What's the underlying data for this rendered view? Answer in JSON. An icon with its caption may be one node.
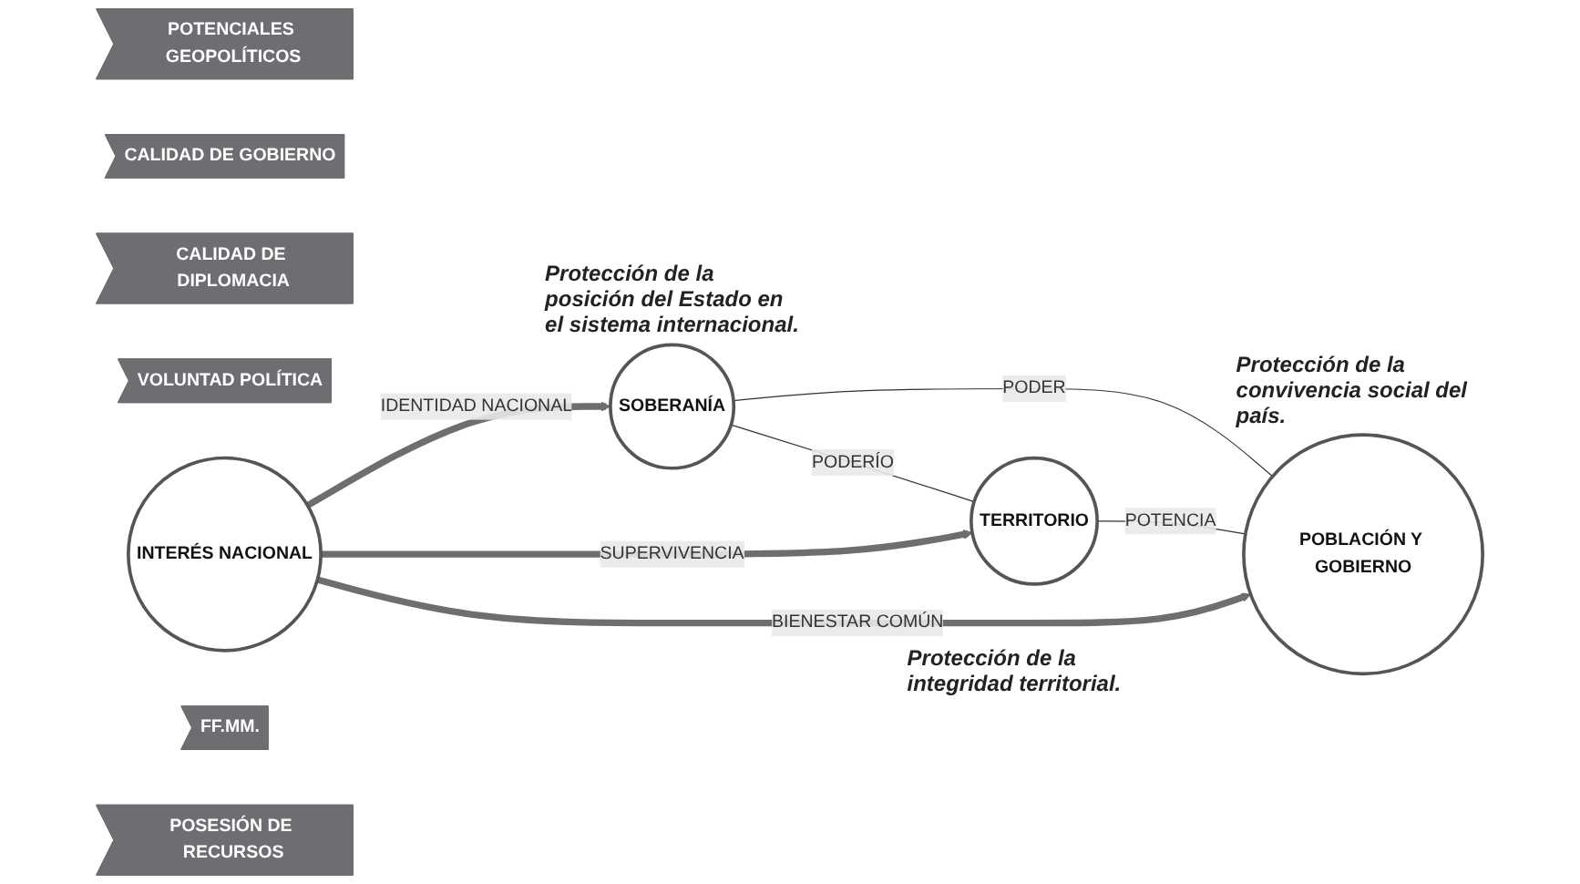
{
  "diagram": {
    "nodes": [
      {
        "text": [
          "SOBERANÍA"
        ],
        "beside": [
          "Protección de la posición del Estado en el sistema internacional."
        ]
      },
      {
        "text": [
          "POTENCIALES GEOPOLÍTICOS"
        ]
      },
      {
        "text": [
          "CALIDAD DE GOBIERNO"
        ]
      },
      {
        "text": [
          "CALIDAD DE DIPLOMACIA"
        ]
      },
      {
        "text": [
          "VOLUNTAD POLÍTICA"
        ]
      },
      {
        "text": [
          "INTERÉS NACIONAL"
        ]
      },
      {
        "text": [
          "TERRITORIO"
        ],
        "beside": [
          "Protección de la integridad territorial."
        ]
      },
      {
        "text": [
          "POBLACIÓN Y GOBIERNO"
        ],
        "beside": [
          "Protección de la convivencia social del país."
        ]
      },
      {
        "text": [
          "FF.MM."
        ]
      },
      {
        "text": [
          "POSESIÓN DE RECURSOS"
        ]
      }
    ],
    "edges": [
      {
        "from": 0,
        "to": 6,
        "arrow": "none",
        "label": "PODERÍO"
      },
      {
        "from": 0,
        "to": 7,
        "arrow": "none",
        "label": "PODER"
      },
      {
        "from": 6,
        "to": 7,
        "arrow": "none",
        "label": "POTENCIA"
      },
      {
        "from": 5,
        "to": 0,
        "arrow": "to",
        "label": "IDENTIDAD NACIONAL",
        "style": "thick",
        "color": "#6d6e71"
      },
      {
        "from": 5,
        "to": 6,
        "arrow": "to",
        "label": "SUPERVIVENCIA",
        "style": "thick",
        "color": "#6d6e71"
      },
      {
        "from": 5,
        "to": 7,
        "arrow": "to",
        "label": "BIENESTAR COMÚN",
        "style": "thick",
        "color": "#6d6e71"
      }
    ]
  }
}
